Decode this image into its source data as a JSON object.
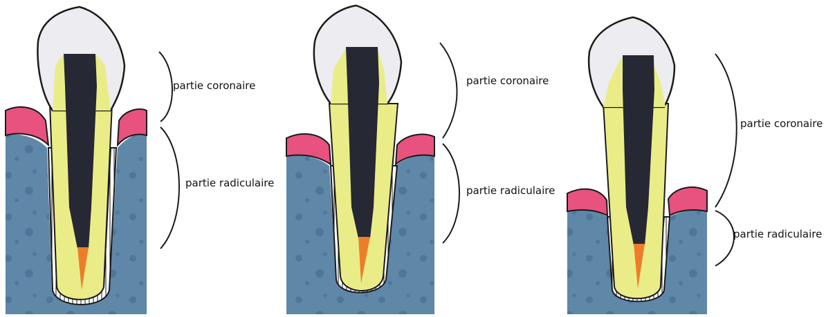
{
  "panels": [
    {
      "coronal_label": "partie coronaire",
      "radicular_label": "partie radiculaire"
    },
    {
      "coronal_label": "partie coronaire",
      "radicular_label": "partie radiculaire"
    },
    {
      "coronal_label": "partie coronaire",
      "radicular_label": "partie radiculaire"
    }
  ],
  "colors": {
    "bone": "#5f87a8",
    "bone_spot": "#4e7696",
    "gum": "#e8527e",
    "enamel": "#ececf1",
    "root": "#eaed87",
    "pulp": "#262833",
    "apex_filling": "#ee7d2a",
    "ligament": "#ffffff",
    "outline": "#1a1a1a"
  }
}
